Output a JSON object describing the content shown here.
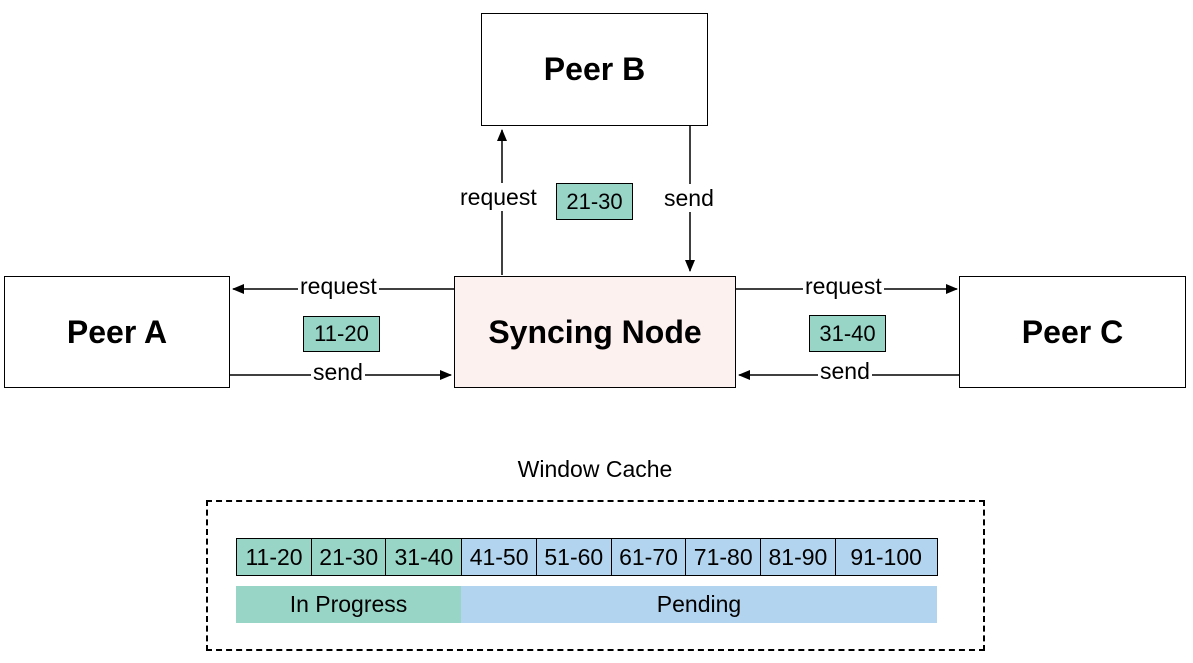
{
  "colors": {
    "in_progress": "#98d5c7",
    "pending": "#b2d4ee",
    "syncing_node_fill": "#fdf1f0"
  },
  "nodes": {
    "peer_b": "Peer B",
    "peer_a": "Peer A",
    "syncing": "Syncing Node",
    "peer_c": "Peer C"
  },
  "edges": {
    "to_b": {
      "label": "request",
      "range": "21-30"
    },
    "from_b": {
      "label": "send"
    },
    "to_a": {
      "label": "request",
      "range": "11-20"
    },
    "from_a": {
      "label": "send"
    },
    "to_c": {
      "label": "request",
      "range": "31-40"
    },
    "from_c": {
      "label": "send"
    }
  },
  "cache": {
    "title": "Window Cache",
    "cells": [
      {
        "label": "11-20",
        "status": "in_progress"
      },
      {
        "label": "21-30",
        "status": "in_progress"
      },
      {
        "label": "31-40",
        "status": "in_progress"
      },
      {
        "label": "41-50",
        "status": "pending"
      },
      {
        "label": "51-60",
        "status": "pending"
      },
      {
        "label": "61-70",
        "status": "pending"
      },
      {
        "label": "71-80",
        "status": "pending"
      },
      {
        "label": "81-90",
        "status": "pending"
      },
      {
        "label": "91-100",
        "status": "pending"
      }
    ],
    "legend": {
      "in_progress": "In Progress",
      "pending": "Pending"
    }
  }
}
